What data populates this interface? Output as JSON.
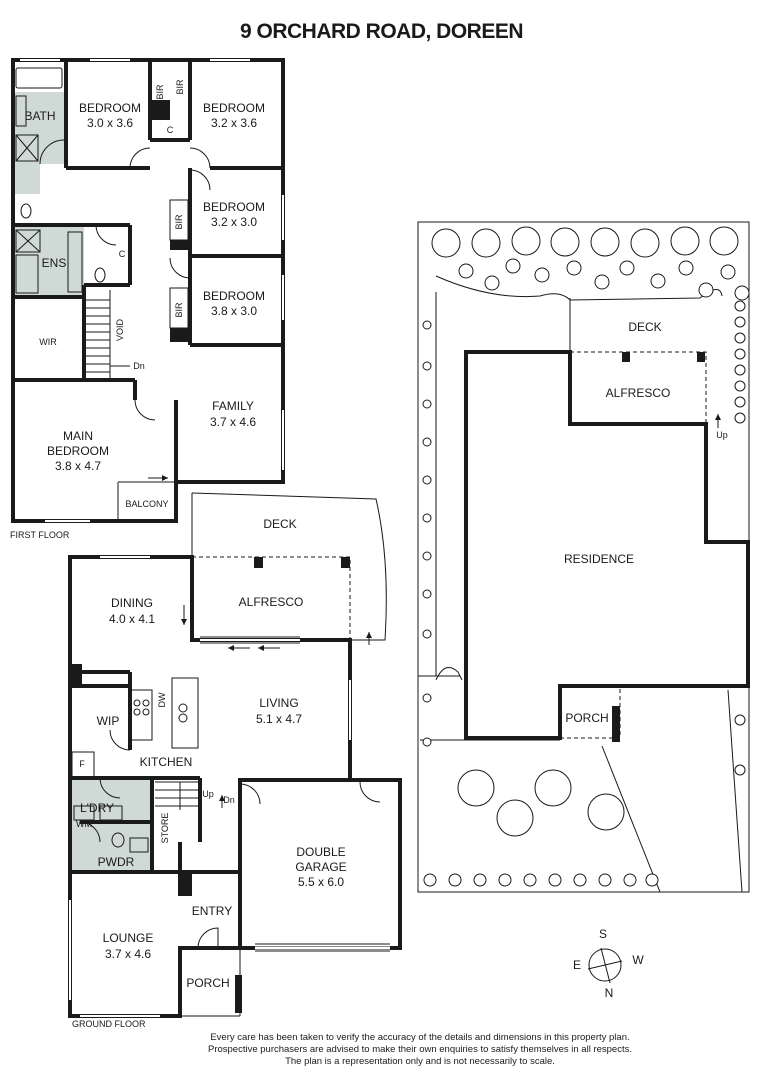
{
  "title": "9 ORCHARD ROAD, DOREEN",
  "first_floor": {
    "floor_label": "FIRST FLOOR",
    "rooms": {
      "bath": "BATH",
      "bedroom1_name": "BEDROOM",
      "bedroom1_dim": "3.0 x 3.6",
      "bedroom2_name": "BEDROOM",
      "bedroom2_dim": "3.2 x 3.6",
      "bedroom3_name": "BEDROOM",
      "bedroom3_dim": "3.2 x 3.0",
      "bedroom4_name": "BEDROOM",
      "bedroom4_dim": "3.8 x 3.0",
      "bir": "BIR",
      "c": "C",
      "ens": "ENS",
      "wir": "WIR",
      "void": "VOID",
      "dn": "Dn",
      "main_bedroom_line1": "MAIN",
      "main_bedroom_line2": "BEDROOM",
      "main_bedroom_dim": "3.8 x 4.7",
      "family_name": "FAMILY",
      "family_dim": "3.7 x 4.6",
      "balcony": "BALCONY"
    }
  },
  "ground_floor": {
    "floor_label": "GROUND FLOOR",
    "rooms": {
      "deck": "DECK",
      "alfresco": "ALFRESCO",
      "dining_name": "DINING",
      "dining_dim": "4.0 x 4.1",
      "living_name": "LIVING",
      "living_dim": "5.1 x 4.7",
      "wip": "WIP",
      "dw": "DW",
      "kitchen": "KITCHEN",
      "f": "F",
      "up": "Up",
      "dn": "Dn",
      "ldry": "L'DRY",
      "wm": "WM",
      "store": "STORE",
      "pwdr": "PWDR",
      "garage_line1": "DOUBLE",
      "garage_line2": "GARAGE",
      "garage_dim": "5.5 x 6.0",
      "entry": "ENTRY",
      "lounge_name": "LOUNGE",
      "lounge_dim": "3.7 x 4.6",
      "porch": "PORCH"
    }
  },
  "site_plan": {
    "deck": "DECK",
    "alfresco": "ALFRESCO",
    "up": "Up",
    "residence": "RESIDENCE",
    "porch": "PORCH"
  },
  "compass": {
    "s": "S",
    "w": "W",
    "e": "E",
    "n": "N"
  },
  "disclaimer": {
    "line1": "Every care has been taken to verify the accuracy of the details and dimensions in this property plan.",
    "line2": "Prospective purchasers are advised to make their own enquiries to satisfy themselves in all respects.",
    "line3": "The plan is a representation only and is not necessarily to scale."
  },
  "colors": {
    "wall": "#1a1a1a",
    "wet_area": "#cfd9d6",
    "background": "#ffffff"
  }
}
